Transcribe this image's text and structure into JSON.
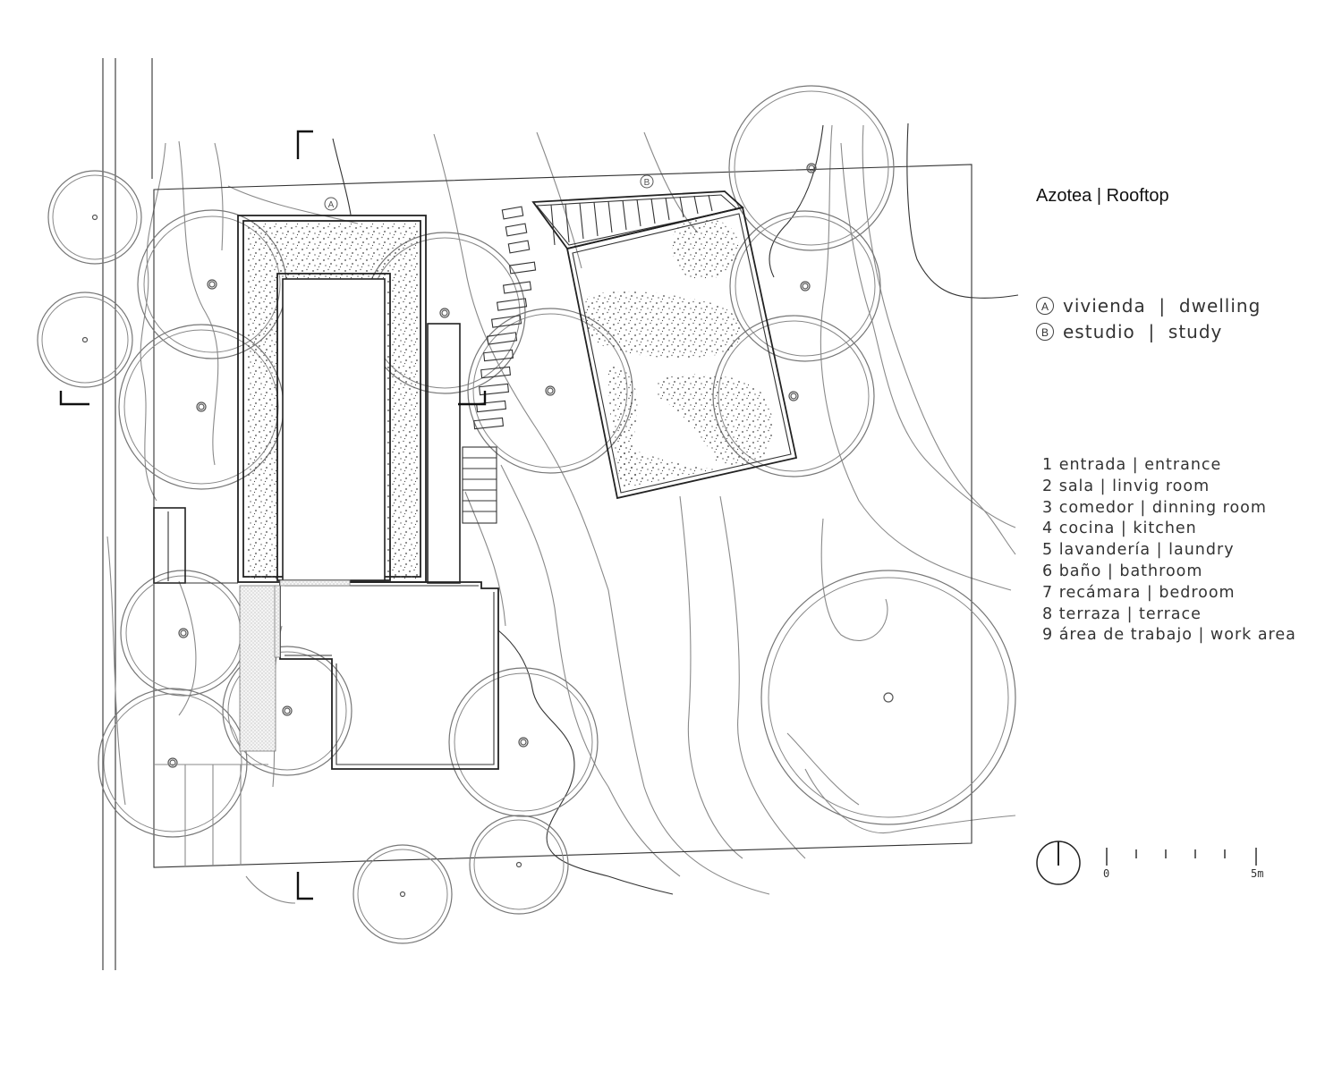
{
  "title": "Azotea | Rooftop",
  "plan_labels": {
    "a": "A",
    "b": "B"
  },
  "buildings": [
    {
      "letter": "A",
      "label": "vivienda  |  dwelling"
    },
    {
      "letter": "B",
      "label": "estudio  |  study"
    }
  ],
  "rooms": [
    "1 entrada | entrance",
    "2 sala | linvig room",
    "3 comedor | dinning room",
    "4 cocina | kitchen",
    "5 lavandería | laundry",
    "6 baño | bathroom",
    "7 recámara | bedroom",
    "8 terraza | terrace",
    "9 área de trabajo | work area"
  ],
  "scale": {
    "start": "0",
    "end": "5m"
  },
  "icons": [
    "north-arrow-icon",
    "section-marker-icon",
    "tree-icon"
  ]
}
